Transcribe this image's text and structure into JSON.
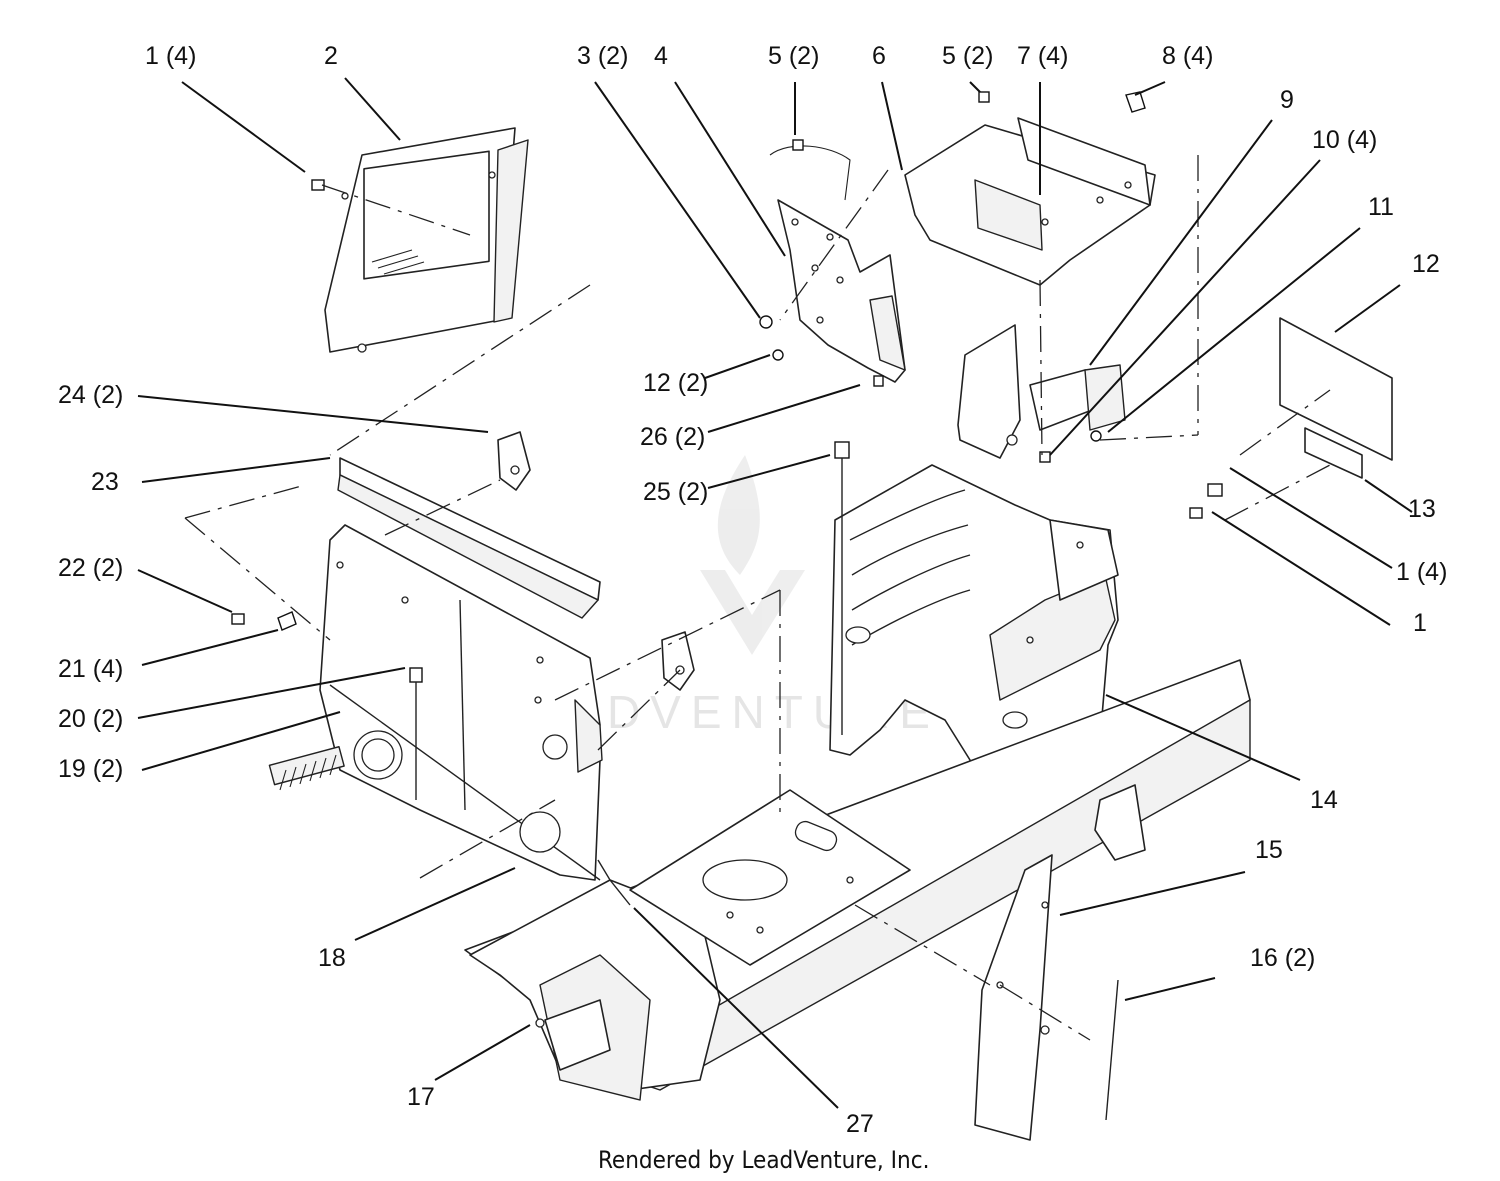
{
  "diagram": {
    "callouts": [
      {
        "id": "c1a",
        "text": "1 (4)"
      },
      {
        "id": "c2",
        "text": "2"
      },
      {
        "id": "c3",
        "text": "3 (2)"
      },
      {
        "id": "c4",
        "text": "4"
      },
      {
        "id": "c5a",
        "text": "5 (2)"
      },
      {
        "id": "c6",
        "text": "6"
      },
      {
        "id": "c5b",
        "text": "5 (2)"
      },
      {
        "id": "c7",
        "text": "7 (4)"
      },
      {
        "id": "c8",
        "text": "8 (4)"
      },
      {
        "id": "c9",
        "text": "9"
      },
      {
        "id": "c10",
        "text": "10 (4)"
      },
      {
        "id": "c11",
        "text": "11"
      },
      {
        "id": "c12",
        "text": "12"
      },
      {
        "id": "c12b",
        "text": "12 (2)"
      },
      {
        "id": "c24",
        "text": "24 (2)"
      },
      {
        "id": "c26",
        "text": "26 (2)"
      },
      {
        "id": "c23",
        "text": "23"
      },
      {
        "id": "c25",
        "text": "25 (2)"
      },
      {
        "id": "c13",
        "text": "13"
      },
      {
        "id": "c22",
        "text": "22 (2)"
      },
      {
        "id": "c1b",
        "text": "1 (4)"
      },
      {
        "id": "c1c",
        "text": "1"
      },
      {
        "id": "c21",
        "text": "21 (4)"
      },
      {
        "id": "c20",
        "text": "20 (2)"
      },
      {
        "id": "c19",
        "text": "19 (2)"
      },
      {
        "id": "c14",
        "text": "14"
      },
      {
        "id": "c15",
        "text": "15"
      },
      {
        "id": "c18",
        "text": "18"
      },
      {
        "id": "c16",
        "text": "16 (2)"
      },
      {
        "id": "c17",
        "text": "17"
      },
      {
        "id": "c27",
        "text": "27"
      }
    ],
    "footer": "Rendered by LeadVenture, Inc.",
    "watermark": "LEADVENTURE"
  }
}
